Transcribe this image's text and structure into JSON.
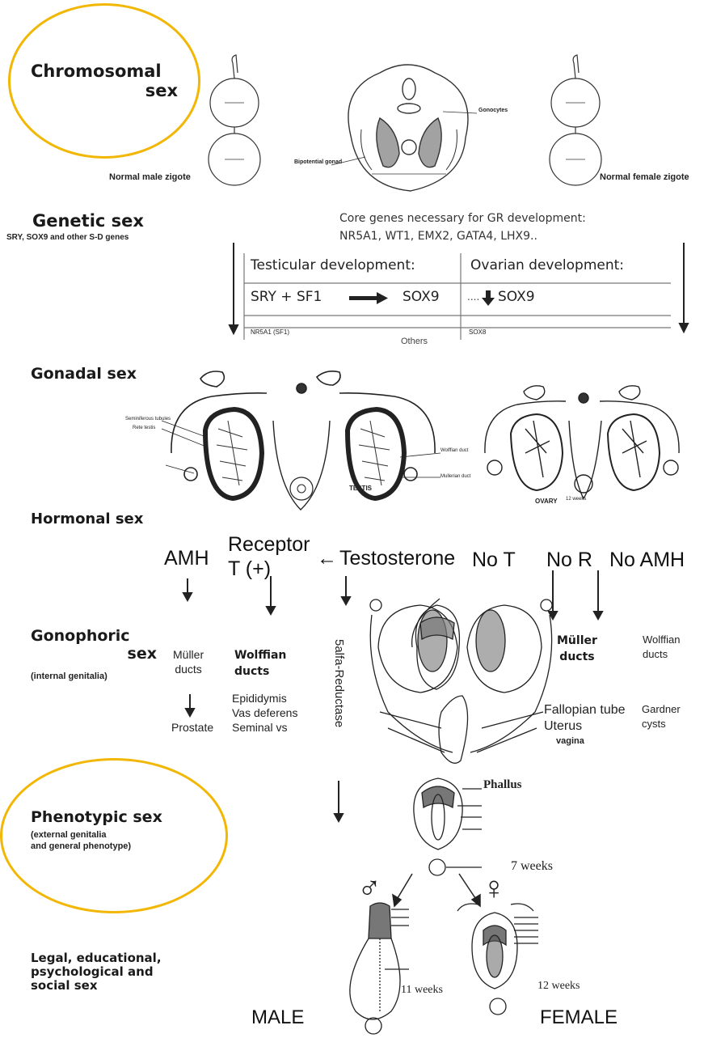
{
  "stages": {
    "chromosomal": {
      "line1": "Chromosomal",
      "line2": "sex"
    },
    "genetic": {
      "title": "Genetic sex",
      "sub": "SRY, SOX9 and other S-D genes"
    },
    "gonadal": {
      "title": "Gonadal  sex"
    },
    "hormonal": {
      "title": "Hormonal sex"
    },
    "gonophoric": {
      "line1": "Gonophoric",
      "line2": "sex",
      "sub": "(internal genitalia)"
    },
    "phenotypic": {
      "title": "Phenotypic sex",
      "sub1": "(external genitalia",
      "sub2": "and general phenotype)"
    },
    "legal": {
      "line1": "Legal, educational,",
      "line2": "psychological and",
      "line3": "social sex"
    }
  },
  "chromosomal_figure": {
    "male_label": "Normal male zigote",
    "female_label": "Normal female zigote",
    "gonocytes": "Gonocytes",
    "bipotential": "Bipotential gonad"
  },
  "genetic_panel": {
    "core_line1": "Core genes necessary for GR development:",
    "core_line2": "NR5A1, WT1, EMX2, GATA4, LHX9..",
    "testicular_header": "Testicular development:",
    "ovarian_header": "Ovarian development:",
    "testicular_formula_left": "SRY + SF1",
    "testicular_formula_right": "SOX9",
    "ovarian_formula_prefix": "....",
    "ovarian_formula": "SOX9",
    "foot_left": "NR5A1 (SF1)",
    "foot_right": "SOX8",
    "others": "Others"
  },
  "gonadal_figure": {
    "testis": "TESTIS",
    "ovary": "OVARY",
    "ovary_weeks": "12 weeks",
    "tub1": "Seminiferous tubules",
    "tub2": "Rete testis",
    "wolff": "Wolffian duct",
    "muller": "Mullerian duct"
  },
  "hormonal": {
    "amh": "AMH",
    "receptor_line1": "Receptor",
    "receptor_line2": "T (+)",
    "arrow_left": "←",
    "testosterone": "Testosterone",
    "no_t": "No T",
    "no_r": "No R",
    "no_amh": "No AMH"
  },
  "gonophoric": {
    "muller_line1": "Müller",
    "muller_line2": "ducts",
    "wolffian_line1": "Wolffian",
    "wolffian_line2": "ducts",
    "epi1": "Epididymis",
    "epi2": "Vas deferens",
    "epi3": "Seminal vs",
    "prostate": "Prostate",
    "reductase": "5alfa-Reductase",
    "f_muller_line1": "Müller",
    "f_muller_line2": "ducts",
    "f_wolffian_line1": "Wolffian",
    "f_wolffian_line2": "ducts",
    "fallopian": "Fallopian tube",
    "uterus": "Uterus",
    "vagina": "vagina",
    "gardner_line1": "Gardner",
    "gardner_line2": "cysts"
  },
  "phenotypic_figure": {
    "phallus": "Phallus",
    "seven_weeks": "7 weeks",
    "male_symbol": "♂",
    "female_symbol": "♀",
    "eleven_weeks": "11 weeks",
    "twelve_weeks": "12 weeks"
  },
  "outcomes": {
    "male": "MALE",
    "female": "FEMALE"
  },
  "colors": {
    "highlight_ring": "#f2b705",
    "ink": "#111111"
  }
}
